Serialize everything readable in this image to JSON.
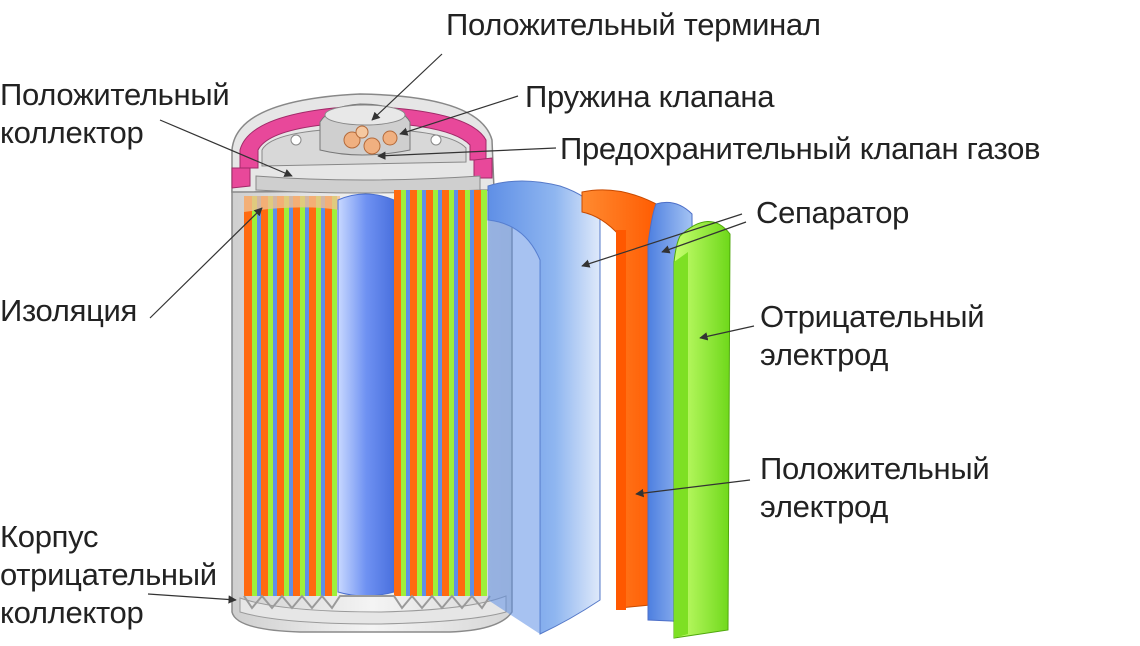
{
  "labels": {
    "positive_terminal": "Положительный терминал",
    "valve_spring": "Пружина клапана",
    "gas_safety_valve": "Предохранительный клапан газов",
    "separator": "Сепаратор",
    "positive_collector": [
      "Положительный",
      "коллектор"
    ],
    "insulation": "Изоляция",
    "negative_electrode": [
      "Отрицательный",
      "электрод"
    ],
    "positive_electrode": [
      "Положительный",
      "электрод"
    ],
    "case_negative_collector": [
      "Корпус",
      "отрицательный",
      "коллектор"
    ]
  },
  "colors": {
    "separator": "#7aa8ec",
    "positive_electrode": "#ff6a10",
    "negative_electrode": "#9ef03a",
    "casing": "#dcdcdc",
    "gasket": "#e8489a",
    "label_text": "#222222"
  }
}
